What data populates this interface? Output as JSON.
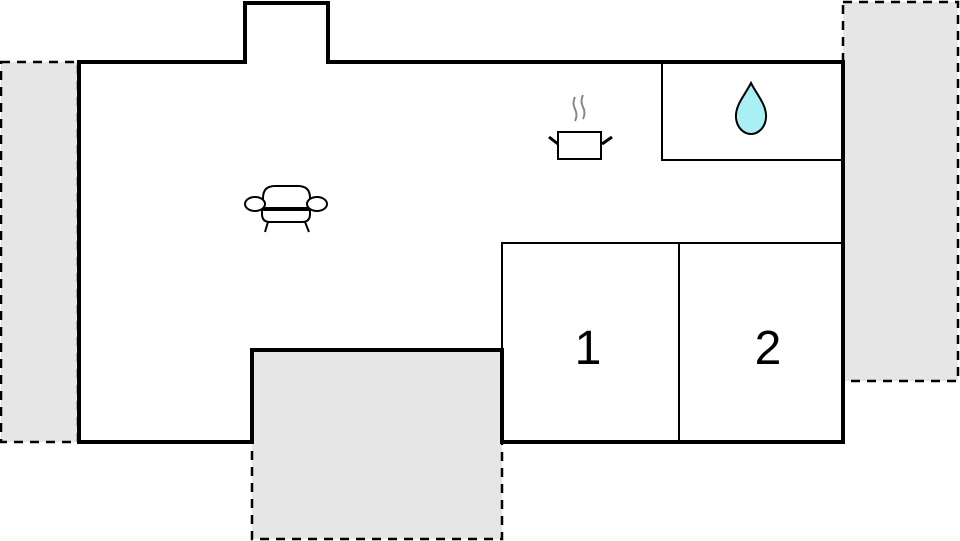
{
  "diagram": {
    "type": "floor-plan",
    "colors": {
      "wall": "#000000",
      "terrace_fill": "#e6e6e6",
      "water_icon_fill": "#a8f0f4",
      "steam": "#888888",
      "background": "#ffffff"
    },
    "rooms": [
      {
        "id": "living",
        "label": "",
        "icon": "sofa-icon"
      },
      {
        "id": "kitchen",
        "label": "",
        "icon": "cooking-pot-icon"
      },
      {
        "id": "bathroom",
        "label": "",
        "icon": "water-drop-icon"
      },
      {
        "id": "bedroom-1",
        "label": "1"
      },
      {
        "id": "bedroom-2",
        "label": "2"
      }
    ],
    "terraces": [
      {
        "id": "terrace-left"
      },
      {
        "id": "terrace-right"
      },
      {
        "id": "terrace-bottom"
      }
    ]
  }
}
